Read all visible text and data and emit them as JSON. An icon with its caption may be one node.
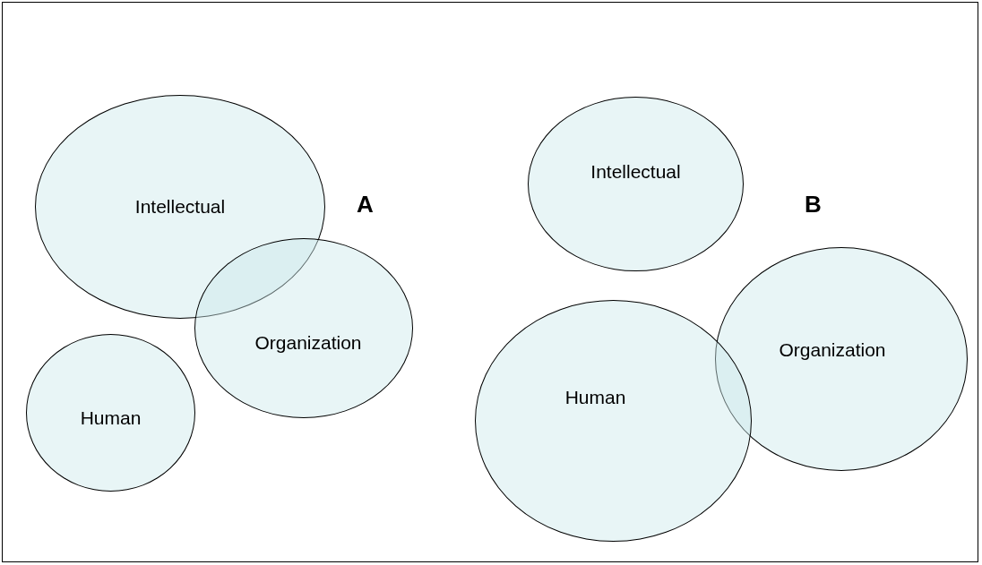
{
  "diagram": {
    "nodes": [
      {
        "text": [
          "Intellectual"
        ]
      },
      {
        "text": [
          "Organization"
        ]
      },
      {
        "text": [
          "Human"
        ]
      },
      {
        "text": [
          "Intellectual"
        ]
      },
      {
        "text": [
          "Organization"
        ]
      },
      {
        "text": [
          "Human"
        ]
      }
    ],
    "labels": [
      "A",
      "B"
    ]
  }
}
